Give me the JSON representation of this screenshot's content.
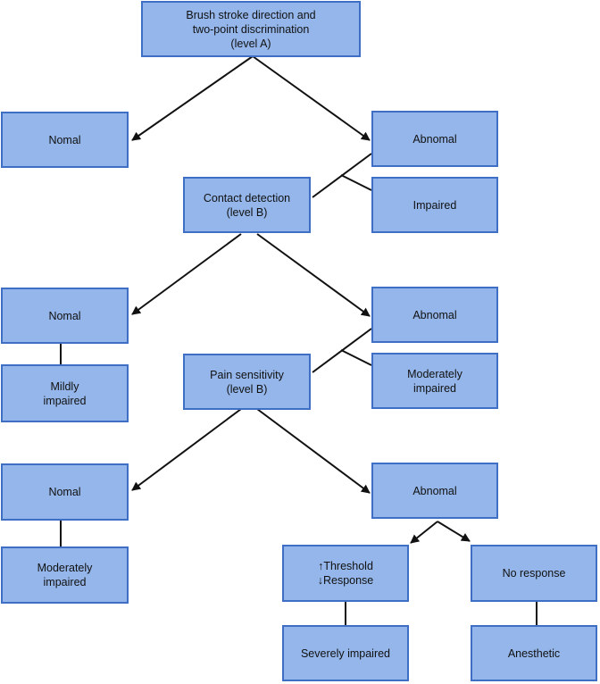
{
  "nodes": {
    "level_a": "Brush stroke direction and\ntwo-point discrimination\n(level A)",
    "a_normal": "Nomal",
    "a_abnormal": "Abnomal",
    "contact_detection": "Contact detection\n(level B)",
    "impaired": "Impaired",
    "b_normal": "Nomal",
    "b_abnormal": "Abnomal",
    "mildly_impaired": "Mildly\nimpaired",
    "pain_sensitivity": "Pain sensitivity\n(level B)",
    "moderately_impaired_1": "Moderately\nimpaired",
    "c_normal": "Nomal",
    "c_abnormal": "Abnomal",
    "moderately_impaired_2": "Moderately\nimpaired",
    "threshold_response": "↑Threshold\n↓Response",
    "no_response": "No response",
    "severely_impaired": "Severely impaired",
    "anesthetic": "Anesthetic"
  },
  "colors": {
    "box_fill": "#94b6ea",
    "box_border": "#3f6fc4",
    "line": "#111111"
  }
}
